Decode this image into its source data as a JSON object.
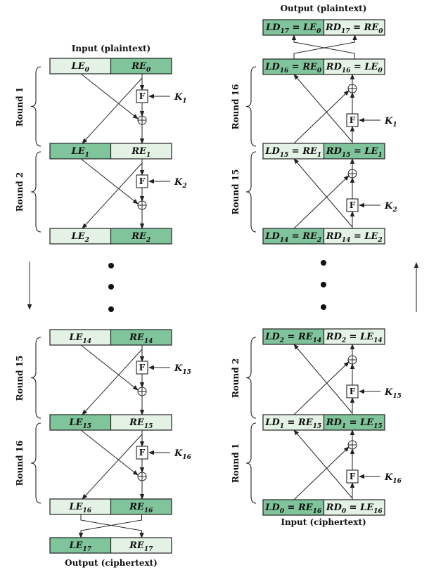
{
  "left": {
    "input_label": "Input (plaintext)",
    "output_label": "Output (ciphertext)",
    "rounds": [
      "Round 1",
      "Round 2",
      "Round 15",
      "Round 16"
    ],
    "keys": [
      {
        "k": "K",
        "s": "1"
      },
      {
        "k": "K",
        "s": "2"
      },
      {
        "k": "K",
        "s": "15"
      },
      {
        "k": "K",
        "s": "16"
      }
    ],
    "rows": [
      {
        "l": {
          "v": "LE",
          "s": "0"
        },
        "r": {
          "v": "RE",
          "s": "0"
        }
      },
      {
        "l": {
          "v": "LE",
          "s": "1"
        },
        "r": {
          "v": "RE",
          "s": "1"
        }
      },
      {
        "l": {
          "v": "LE",
          "s": "2"
        },
        "r": {
          "v": "RE",
          "s": "2"
        }
      },
      {
        "l": {
          "v": "LE",
          "s": "14"
        },
        "r": {
          "v": "RE",
          "s": "14"
        }
      },
      {
        "l": {
          "v": "LE",
          "s": "15"
        },
        "r": {
          "v": "RE",
          "s": "15"
        }
      },
      {
        "l": {
          "v": "LE",
          "s": "16"
        },
        "r": {
          "v": "RE",
          "s": "16"
        }
      },
      {
        "l": {
          "v": "LE",
          "s": "17"
        },
        "r": {
          "v": "RE",
          "s": "17"
        }
      }
    ]
  },
  "right": {
    "output_label": "Output (plaintext)",
    "input_label": "Input (ciphertext)",
    "rounds": [
      "Round 16",
      "Round 15",
      "Round 2",
      "Round 1"
    ],
    "keys": [
      {
        "k": "K",
        "s": "1"
      },
      {
        "k": "K",
        "s": "2"
      },
      {
        "k": "K",
        "s": "15"
      },
      {
        "k": "K",
        "s": "16"
      }
    ],
    "rows": [
      {
        "l": {
          "v": "LD",
          "s": "17",
          "eq": "LE",
          "es": "0"
        },
        "r": {
          "v": "RD",
          "s": "17",
          "eq": "RE",
          "es": "0"
        }
      },
      {
        "l": {
          "v": "LD",
          "s": "16",
          "eq": "RE",
          "es": "0"
        },
        "r": {
          "v": "RD",
          "s": "16",
          "eq": "LE",
          "es": "0"
        }
      },
      {
        "l": {
          "v": "LD",
          "s": "15",
          "eq": "RE",
          "es": "1"
        },
        "r": {
          "v": "RD",
          "s": "15",
          "eq": "LE",
          "es": "1"
        }
      },
      {
        "l": {
          "v": "LD",
          "s": "14",
          "eq": "RE",
          "es": "2"
        },
        "r": {
          "v": "RD",
          "s": "14",
          "eq": "LE",
          "es": "2"
        }
      },
      {
        "l": {
          "v": "LD",
          "s": "2",
          "eq": "RE",
          "es": "14"
        },
        "r": {
          "v": "RD",
          "s": "2",
          "eq": "LE",
          "es": "14"
        }
      },
      {
        "l": {
          "v": "LD",
          "s": "1",
          "eq": "RE",
          "es": "15"
        },
        "r": {
          "v": "RD",
          "s": "1",
          "eq": "LE",
          "es": "15"
        }
      },
      {
        "l": {
          "v": "LD",
          "s": "0",
          "eq": "RE",
          "es": "16"
        },
        "r": {
          "v": "RD",
          "s": "0",
          "eq": "LE",
          "es": "16"
        }
      }
    ]
  },
  "f_label": "F",
  "xor_symbol": "⊕"
}
